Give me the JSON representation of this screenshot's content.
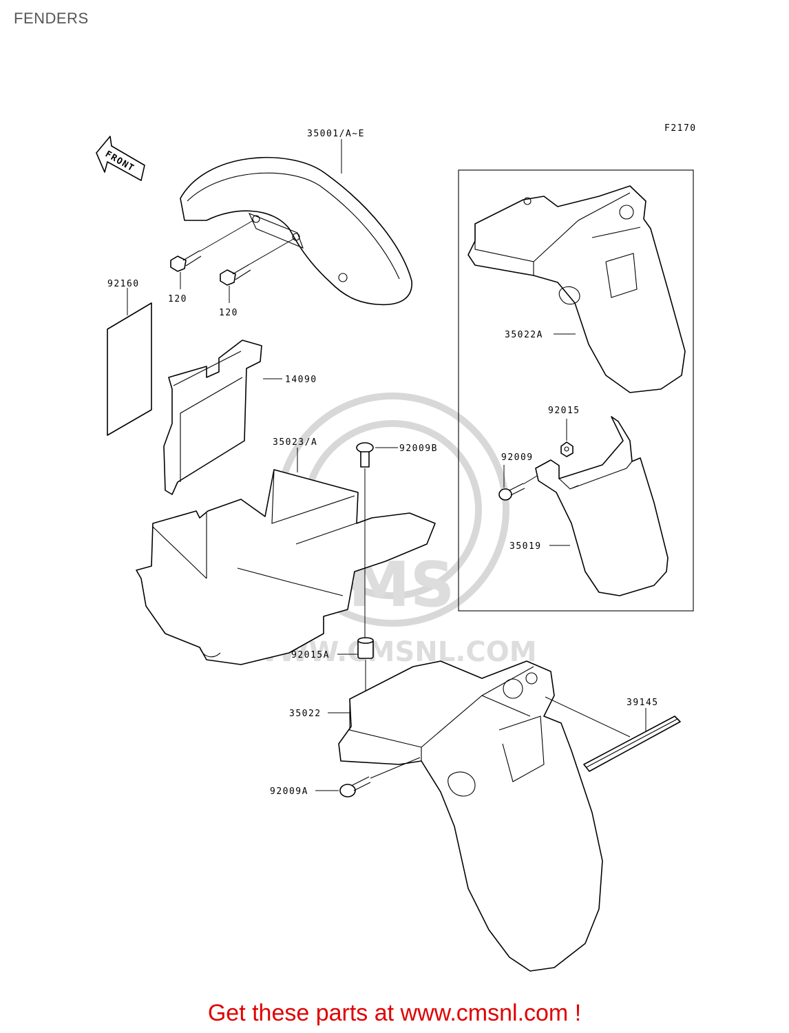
{
  "page": {
    "title": "FENDERS",
    "footer": "Get these parts at www.cmsnl.com !"
  },
  "diagram": {
    "figure_code": "F2170",
    "front_label": "FRONT",
    "watermark": {
      "logo": "CMS",
      "url": "WWW.CMSNL.COM"
    },
    "callouts": {
      "front_fender": "35001/A~E",
      "bolt_a": "120",
      "bolt_b": "120",
      "pad": "92160",
      "tray": "14090",
      "inner_fender": "35023/A",
      "bolt_92009b": "92009B",
      "grommet": "92015A",
      "rear_fender": "35022",
      "bolt_92009a": "92009A",
      "trim": "39145",
      "inset_rear_fender": "35022A",
      "inset_nut": "92015",
      "inset_bolt": "92009",
      "inset_flap": "35019"
    }
  }
}
